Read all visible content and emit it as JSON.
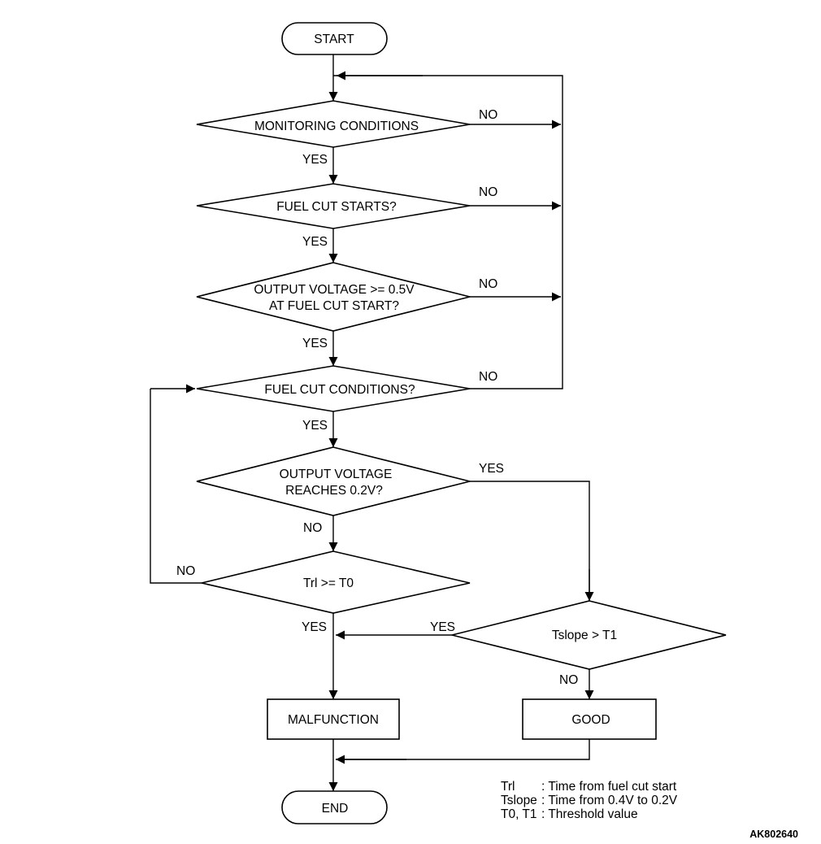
{
  "flowchart": {
    "nodes": {
      "start": "START",
      "monitoring": "MONITORING CONDITIONS",
      "fuel_cut_starts": "FUEL CUT STARTS?",
      "output_voltage_line1": "OUTPUT VOLTAGE >= 0.5V",
      "output_voltage_line2": "AT FUEL CUT START?",
      "fuel_cut_conditions": "FUEL CUT CONDITIONS?",
      "reaches_line1": "OUTPUT VOLTAGE",
      "reaches_line2": "REACHES 0.2V?",
      "trl": "Trl >= T0",
      "tslope": "Tslope > T1",
      "malfunction": "MALFUNCTION",
      "good": "GOOD",
      "end": "END"
    },
    "branch_labels": {
      "monitoring_no": "NO",
      "monitoring_yes": "YES",
      "fuel_cut_starts_no": "NO",
      "fuel_cut_starts_yes": "YES",
      "output_voltage_no": "NO",
      "output_voltage_yes": "YES",
      "fuel_cut_conditions_no": "NO",
      "fuel_cut_conditions_yes": "YES",
      "reaches_yes": "YES",
      "reaches_no": "NO",
      "trl_no": "NO",
      "trl_yes": "YES",
      "tslope_yes": "YES",
      "tslope_no": "NO"
    },
    "legend": [
      {
        "term": "Trl",
        "desc": ": Time from fuel cut start"
      },
      {
        "term": "Tslope",
        "desc": ": Time from 0.4V to 0.2V"
      },
      {
        "term": "T0, T1",
        "desc": ": Threshold value"
      }
    ],
    "figure_code": "AK802640"
  }
}
